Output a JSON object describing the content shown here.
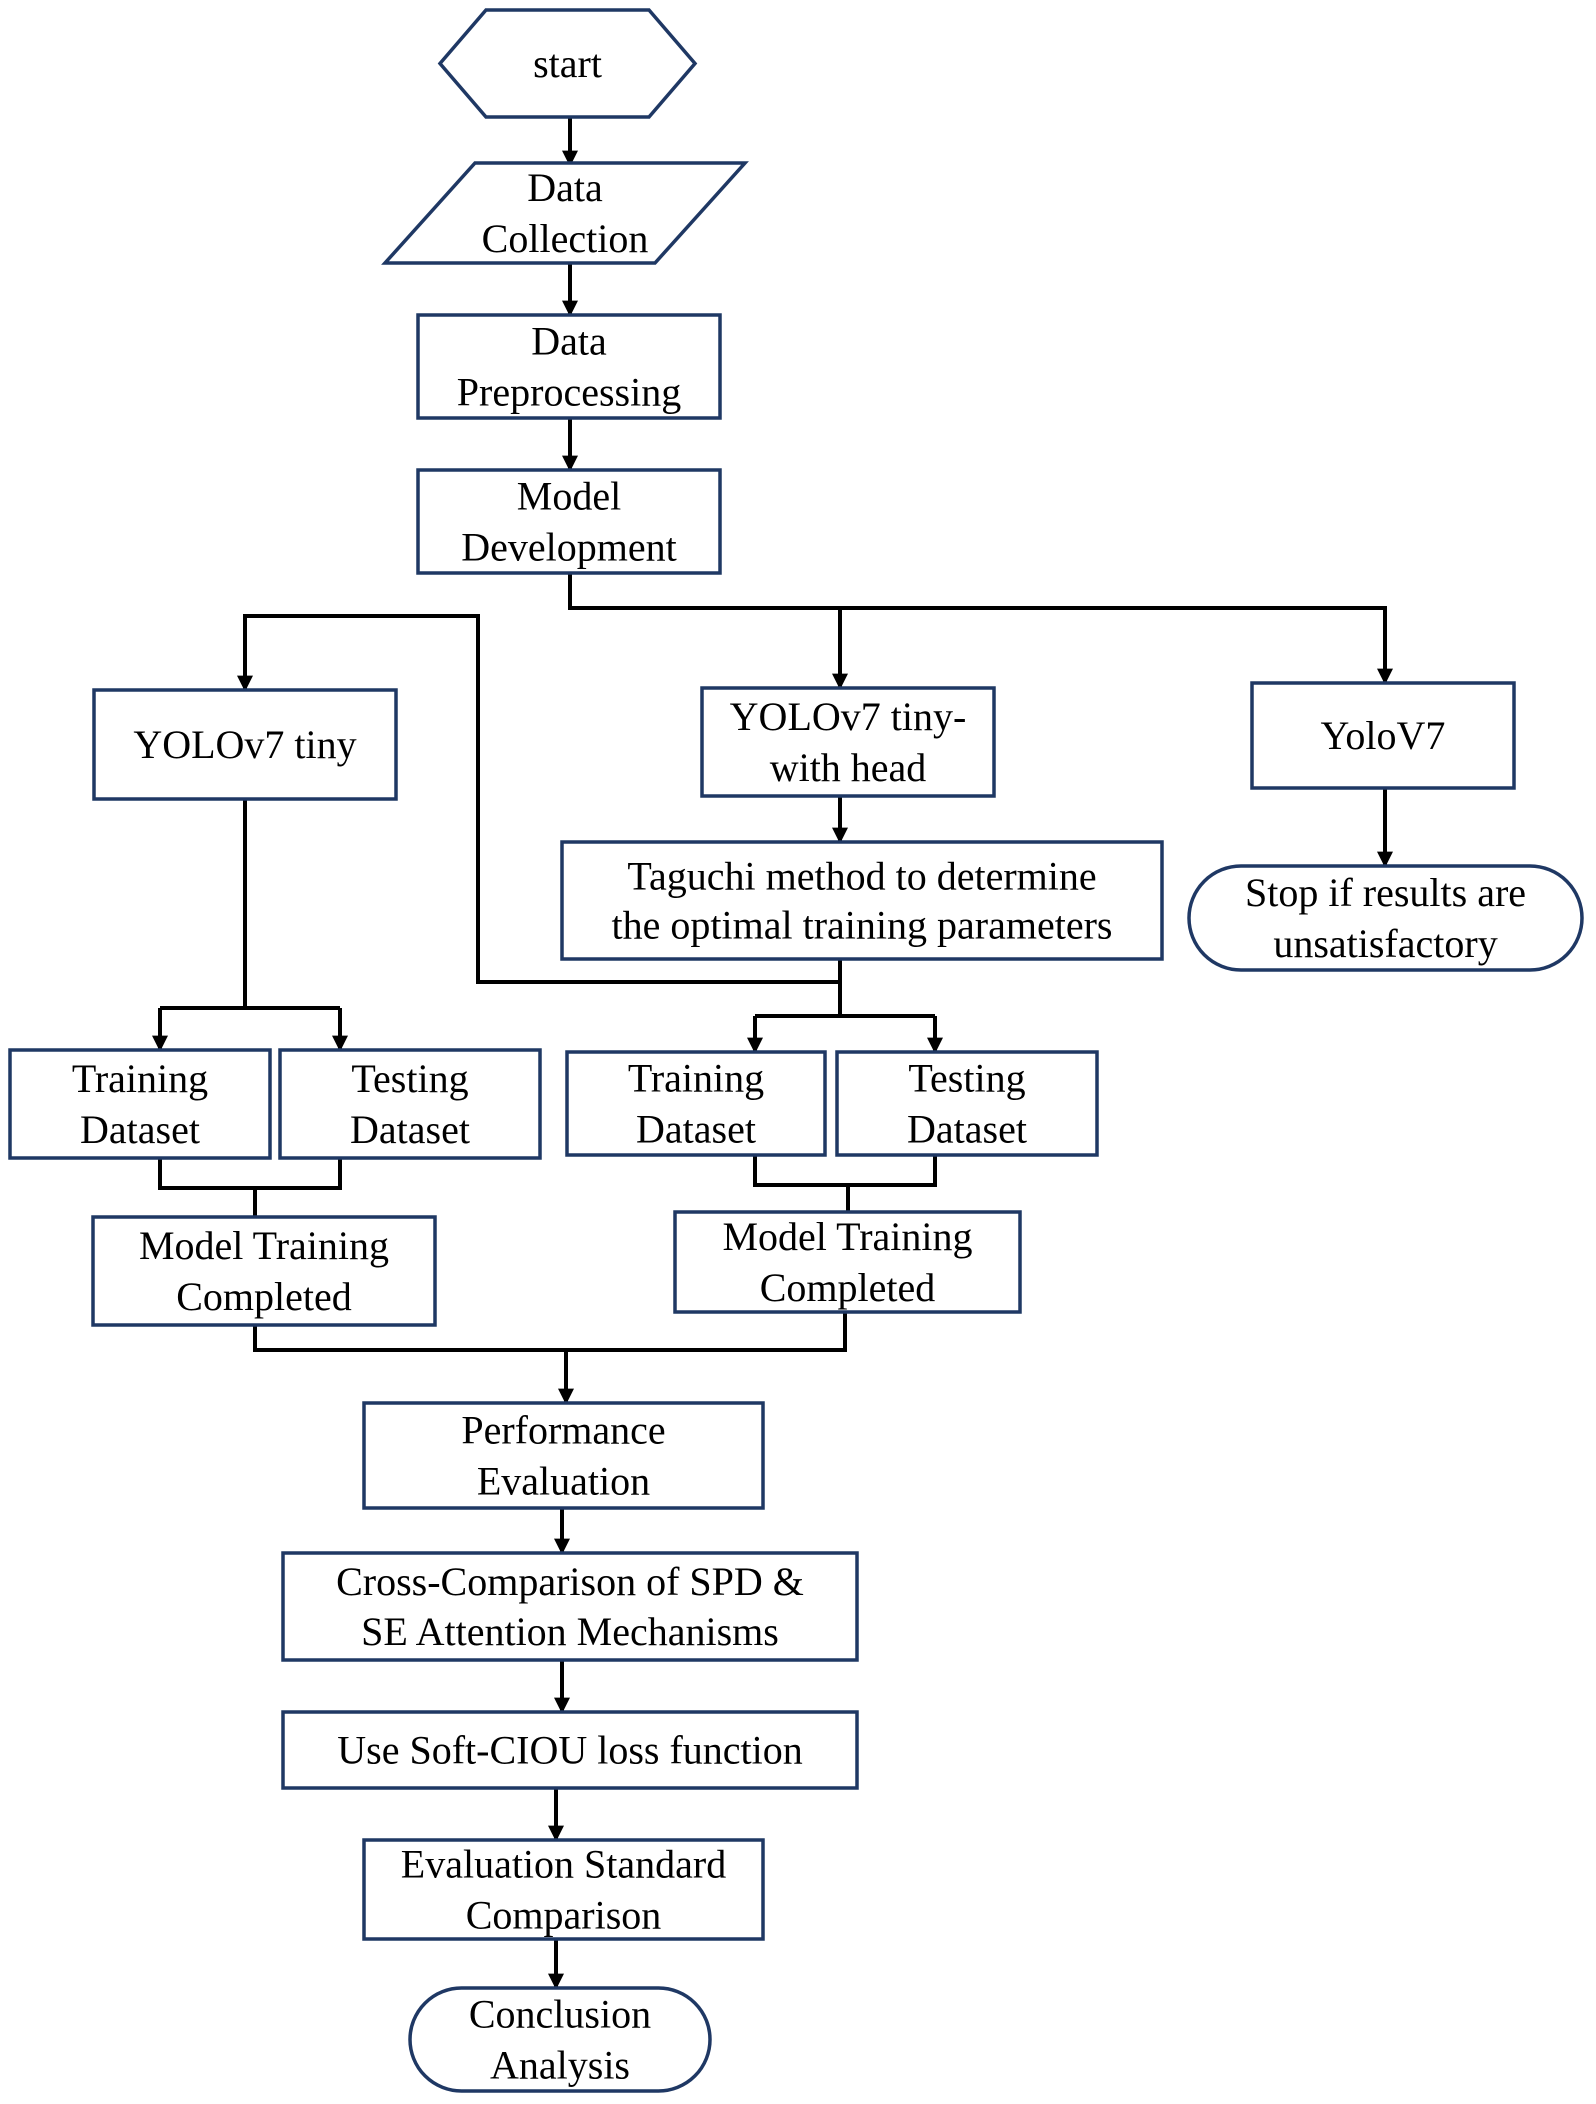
{
  "nodes": {
    "start": [
      "start"
    ],
    "data_collection": [
      "Data",
      "Collection"
    ],
    "data_preprocessing": [
      "Data",
      "Preprocessing"
    ],
    "model_development": [
      "Model",
      "Development"
    ],
    "yolov7_tiny": [
      "YOLOv7 tiny"
    ],
    "yolov7_tiny_head": [
      "YOLOv7 tiny-",
      "with head"
    ],
    "yolov7": [
      "YoloV7"
    ],
    "taguchi": [
      "Taguchi method to determine",
      "the optimal training parameters"
    ],
    "stop": [
      "Stop if results are",
      "unsatisfactory"
    ],
    "left_training": [
      "Training",
      "Dataset"
    ],
    "left_testing": [
      "Testing",
      "Dataset"
    ],
    "mid_training": [
      "Training",
      "Dataset"
    ],
    "mid_testing": [
      "Testing",
      "Dataset"
    ],
    "left_model_training": [
      "Model Training",
      "Completed"
    ],
    "mid_model_training": [
      "Model Training",
      "Completed"
    ],
    "performance": [
      "Performance",
      "Evaluation"
    ],
    "cross_comparison": [
      "Cross-Comparison of SPD &",
      "SE Attention Mechanisms"
    ],
    "soft_ciou": [
      "Use Soft-CIOU loss function"
    ],
    "evaluation_standard": [
      "Evaluation Standard",
      "Comparison"
    ],
    "conclusion": [
      "Conclusion",
      "Analysis"
    ]
  },
  "colors": {
    "box_border": "#1f3864",
    "connector": "#000000",
    "text": "#000000"
  }
}
